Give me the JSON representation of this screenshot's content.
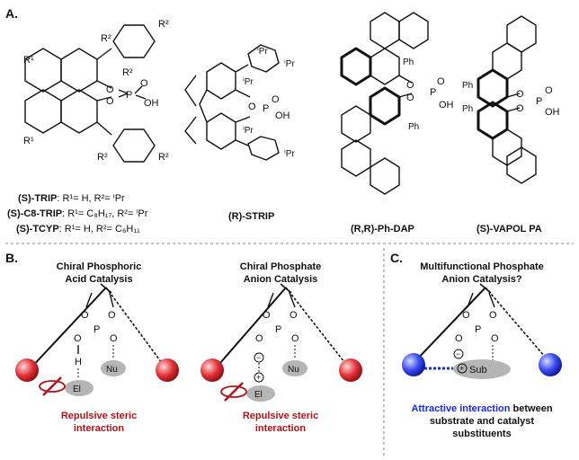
{
  "panels": {
    "a": {
      "label": "A.",
      "substituents": {
        "r1_top": "R¹",
        "r1_bottom": "R¹",
        "r2": "R²",
        "oh": "OH",
        "o": "O",
        "p": "P",
        "ipr": "ⁱPr",
        "ph": "Ph"
      },
      "legend_lines": [
        {
          "name": "(S)-TRIP",
          "rest": ": R¹= H, R²= ⁱPr"
        },
        {
          "name": "(S)-C8-TRIP",
          "rest": ": R¹= C₈H₁₇, R²= ⁱPr"
        },
        {
          "name": "(S)-TCYP",
          "rest": ": R¹= H, R²= C₆H₁₁"
        }
      ],
      "names": {
        "strip": "(R)-STRIP",
        "dap": "(R,R)-Ph-DAP",
        "vapol": "(S)-VAPOL PA"
      }
    },
    "b": {
      "label": "B.",
      "left_title": [
        "Chiral Phosphoric",
        "Acid Catalysis"
      ],
      "right_title": [
        "Chiral Phosphate",
        "Anion Catalysis"
      ],
      "atoms": {
        "o": "O",
        "p": "P",
        "h": "H",
        "nu": "Nu",
        "el": "El",
        "minus": "−",
        "plus": "+"
      },
      "caption_left": [
        "Repulsive steric",
        "interaction"
      ],
      "caption_right": [
        "Repulsive steric",
        "interaction"
      ]
    },
    "c": {
      "label": "C.",
      "title": [
        "Multifunctional Phosphate",
        "Anion Catalysis?"
      ],
      "atoms": {
        "o": "O",
        "p": "P",
        "sub": "Sub",
        "minus": "−",
        "plus": "+"
      },
      "caption_colored": "Attractive interaction",
      "caption_rest": " between",
      "caption_lines": [
        "substrate and catalyst",
        "substituents"
      ]
    }
  },
  "colors": {
    "red": "#b0141b",
    "blue": "#1b2bd6",
    "red_sphere": "#e3343a",
    "blue_sphere": "#3b4cf0",
    "grey_blob": "#b5b5b5"
  }
}
